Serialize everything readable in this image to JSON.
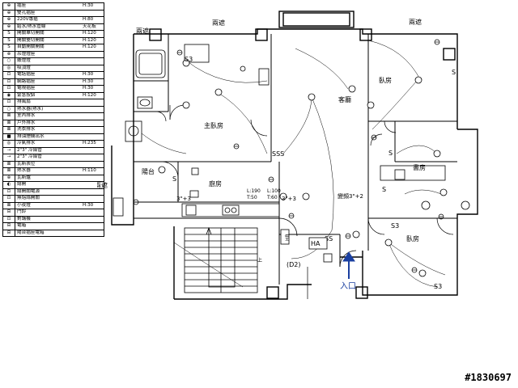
{
  "legend": {
    "rows": [
      {
        "sym": "⊕",
        "name": "插座",
        "h": "H:30"
      },
      {
        "sym": "⊕",
        "name": "雙孔插座",
        "h": ""
      },
      {
        "sym": "⊕",
        "name": "220V專插",
        "h": "H:80"
      },
      {
        "sym": "⊕",
        "name": "給水/熱水管線",
        "h": "天花板"
      },
      {
        "sym": "S",
        "name": "開關單切開關",
        "h": "H:120"
      },
      {
        "sym": "S",
        "name": "開關雙切開關",
        "h": "H:120"
      },
      {
        "sym": "S",
        "name": "自動開關開關",
        "h": "H:120"
      },
      {
        "sym": "⊗",
        "name": "吊燈燈座",
        "h": ""
      },
      {
        "sym": "○",
        "name": "嵌燈燈",
        "h": ""
      },
      {
        "sym": "◎",
        "name": "吸頂燈",
        "h": ""
      },
      {
        "sym": "⊡",
        "name": "電話插座",
        "h": "H:30"
      },
      {
        "sym": "⊡",
        "name": "網路插座",
        "h": "H:30"
      },
      {
        "sym": "⊡",
        "name": "電視插座",
        "h": "H:30"
      },
      {
        "sym": "◉",
        "name": "緊急按鈕",
        "h": "H:120"
      },
      {
        "sym": "⊡",
        "name": "排風扇",
        "h": ""
      },
      {
        "sym": "○",
        "name": "熱水器(熱水)",
        "h": ""
      },
      {
        "sym": "⊠",
        "name": "室內排水",
        "h": ""
      },
      {
        "sym": "⊠",
        "name": "戶外排水",
        "h": ""
      },
      {
        "sym": "⊠",
        "name": "洗衣排水",
        "h": ""
      },
      {
        "sym": "■",
        "name": "排油煙機出水",
        "h": ""
      },
      {
        "sym": "◎",
        "name": "冷氣排水",
        "h": "H:235"
      },
      {
        "sym": "⇢",
        "name": "2\"3\" 冷媒管",
        "h": ""
      },
      {
        "sym": "⇢",
        "name": "2\"3\" 冷媒管",
        "h": ""
      },
      {
        "sym": "⊠",
        "name": "瓦斯表位",
        "h": ""
      },
      {
        "sym": "⊠",
        "name": "熱水器",
        "h": "H:110"
      },
      {
        "sym": "⊗",
        "name": "瓦斯爐",
        "h": ""
      },
      {
        "sym": "◐",
        "name": "總開",
        "h": ""
      },
      {
        "sym": "⊡",
        "name": "總開關電源",
        "h": ""
      },
      {
        "sym": "⊡",
        "name": "無熔絲開關",
        "h": ""
      },
      {
        "sym": "⊠",
        "name": "小夜燈",
        "h": "H:30"
      },
      {
        "sym": "⊟",
        "name": "門鈴",
        "h": ""
      },
      {
        "sym": "⊡",
        "name": "對講機",
        "h": ""
      },
      {
        "sym": "⊟",
        "name": "電箱",
        "h": ""
      },
      {
        "sym": "⊟",
        "name": "陽台插座電箱",
        "h": ""
      }
    ]
  },
  "plan": {
    "labels": {
      "corridor_top_left": "兩遮",
      "corridor_top_mid": "兩遮",
      "corridor_top_right": "兩遮",
      "corridor_left": "兩遮",
      "master_bedroom": "主臥房",
      "living_room": "客廳",
      "bedroom_top_right": "臥房",
      "study": "書房",
      "bedroom_bottom_right": "臥房",
      "balcony": "陽台",
      "kitchen": "廚房",
      "entrance": "入口",
      "door_code": "(D2)",
      "ha_box": "HA",
      "hb_box": "HB",
      "ac_left": "3\"+3",
      "ac_mid": "3\"+3",
      "ac_right": "變頻3\"+2",
      "kitchen_dims_1": "L:190",
      "kitchen_dims_2": "L:100",
      "kitchen_dims_3": "T:50",
      "kitchen_dims_4": "T:60",
      "up_mark": "上"
    }
  },
  "watermark": "#1830697"
}
